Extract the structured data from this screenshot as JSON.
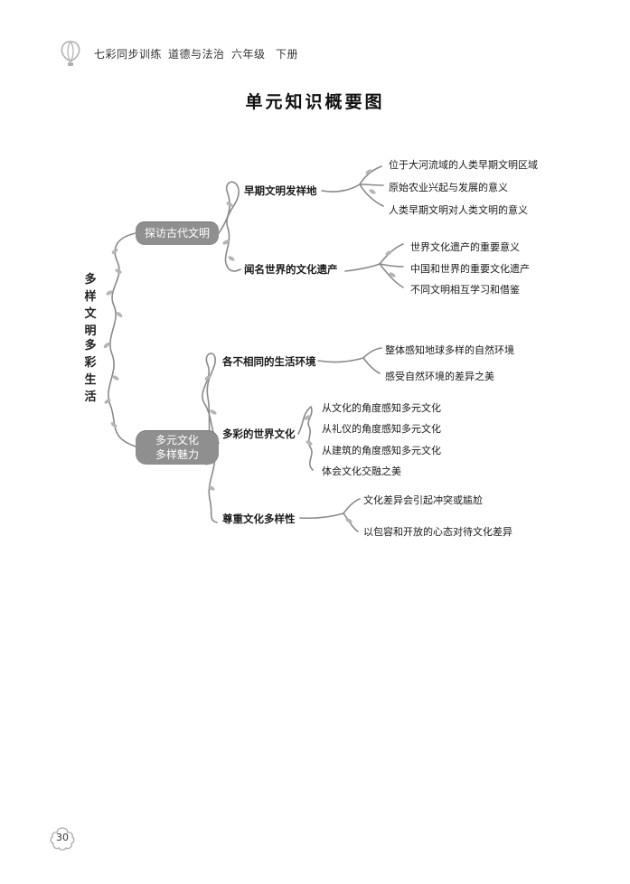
{
  "header": {
    "series": "七彩同步训练",
    "subject": "道德与法治",
    "grade": "六年级",
    "volume": "下册"
  },
  "title": "单元知识概要图",
  "root": {
    "line1": [
      "多",
      "样",
      "文",
      "明"
    ],
    "line2": [
      "多",
      "彩",
      "生",
      "活"
    ]
  },
  "branches": [
    {
      "label_lines": [
        "探访古代文明"
      ],
      "topics": [
        {
          "label": "早期文明发祥地",
          "points": [
            "位于大河流域的人类早期文明区域",
            "原始农业兴起与发展的意义",
            "人类早期文明对人类文明的意义"
          ]
        },
        {
          "label": "闻名世界的文化遗产",
          "points": [
            "世界文化遗产的重要意义",
            "中国和世界的重要文化遗产",
            "不同文明相互学习和借鉴"
          ]
        }
      ]
    },
    {
      "label_lines": [
        "多元文化",
        "多样魅力"
      ],
      "topics": [
        {
          "label": "各不相同的生活环境",
          "points": [
            "整体感知地球多样的自然环境",
            "感受自然环境的差异之美"
          ]
        },
        {
          "label": "多彩的世界文化",
          "points": [
            "从文化的角度感知多元文化",
            "从礼仪的角度感知多元文化",
            "从建筑的角度感知多元文化",
            "体会文化交融之美"
          ]
        },
        {
          "label": "尊重文化多样性",
          "points": [
            "文化差异会引起冲突或尴尬",
            "以包容和开放的心态对待文化差异"
          ]
        }
      ]
    }
  ],
  "page_number": "30",
  "colors": {
    "vine": "#8a8a8a",
    "pill": "#8f8f8f",
    "leaf": "#b5b5b5"
  },
  "icons": {
    "logo": "balloon-icon",
    "page_badge": "flower-icon"
  }
}
